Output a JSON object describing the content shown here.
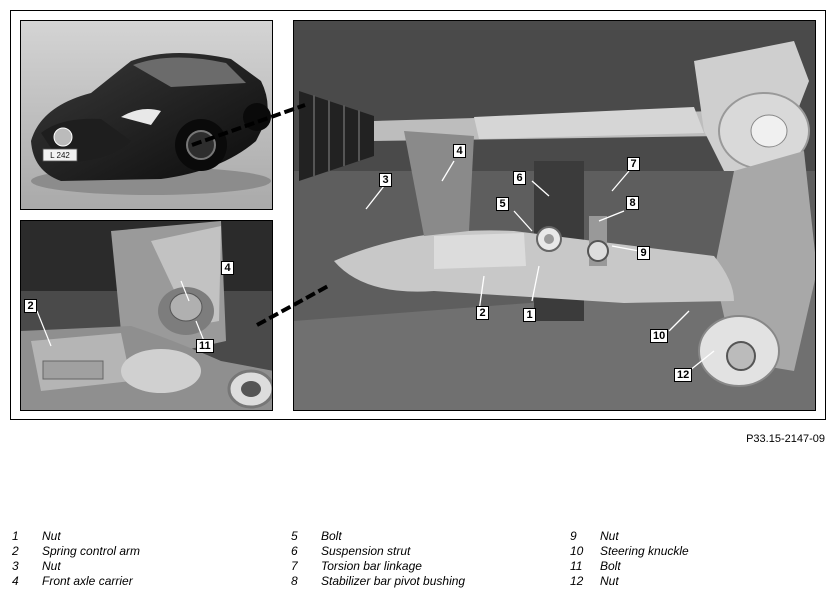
{
  "figure_ref": "P33.15-2147-09",
  "callouts": {
    "c1": "1",
    "c2": "2",
    "c3": "3",
    "c4": "4",
    "c5": "5",
    "c6": "6",
    "c7": "7",
    "c8": "8",
    "c9": "9",
    "c10": "10",
    "c11": "11",
    "c12": "12",
    "d2": "2",
    "d4": "4",
    "d11": "11"
  },
  "car_plate": "L 242",
  "legend": [
    {
      "num": "1",
      "label": "Nut"
    },
    {
      "num": "2",
      "label": "Spring control arm"
    },
    {
      "num": "3",
      "label": "Nut"
    },
    {
      "num": "4",
      "label": "Front axle carrier"
    },
    {
      "num": "5",
      "label": "Bolt"
    },
    {
      "num": "6",
      "label": "Suspension strut"
    },
    {
      "num": "7",
      "label": "Torsion bar linkage"
    },
    {
      "num": "8",
      "label": "Stabilizer bar pivot bushing"
    },
    {
      "num": "9",
      "label": "Nut"
    },
    {
      "num": "10",
      "label": "Steering knuckle"
    },
    {
      "num": "11",
      "label": "Bolt"
    },
    {
      "num": "12",
      "label": "Nut"
    }
  ]
}
